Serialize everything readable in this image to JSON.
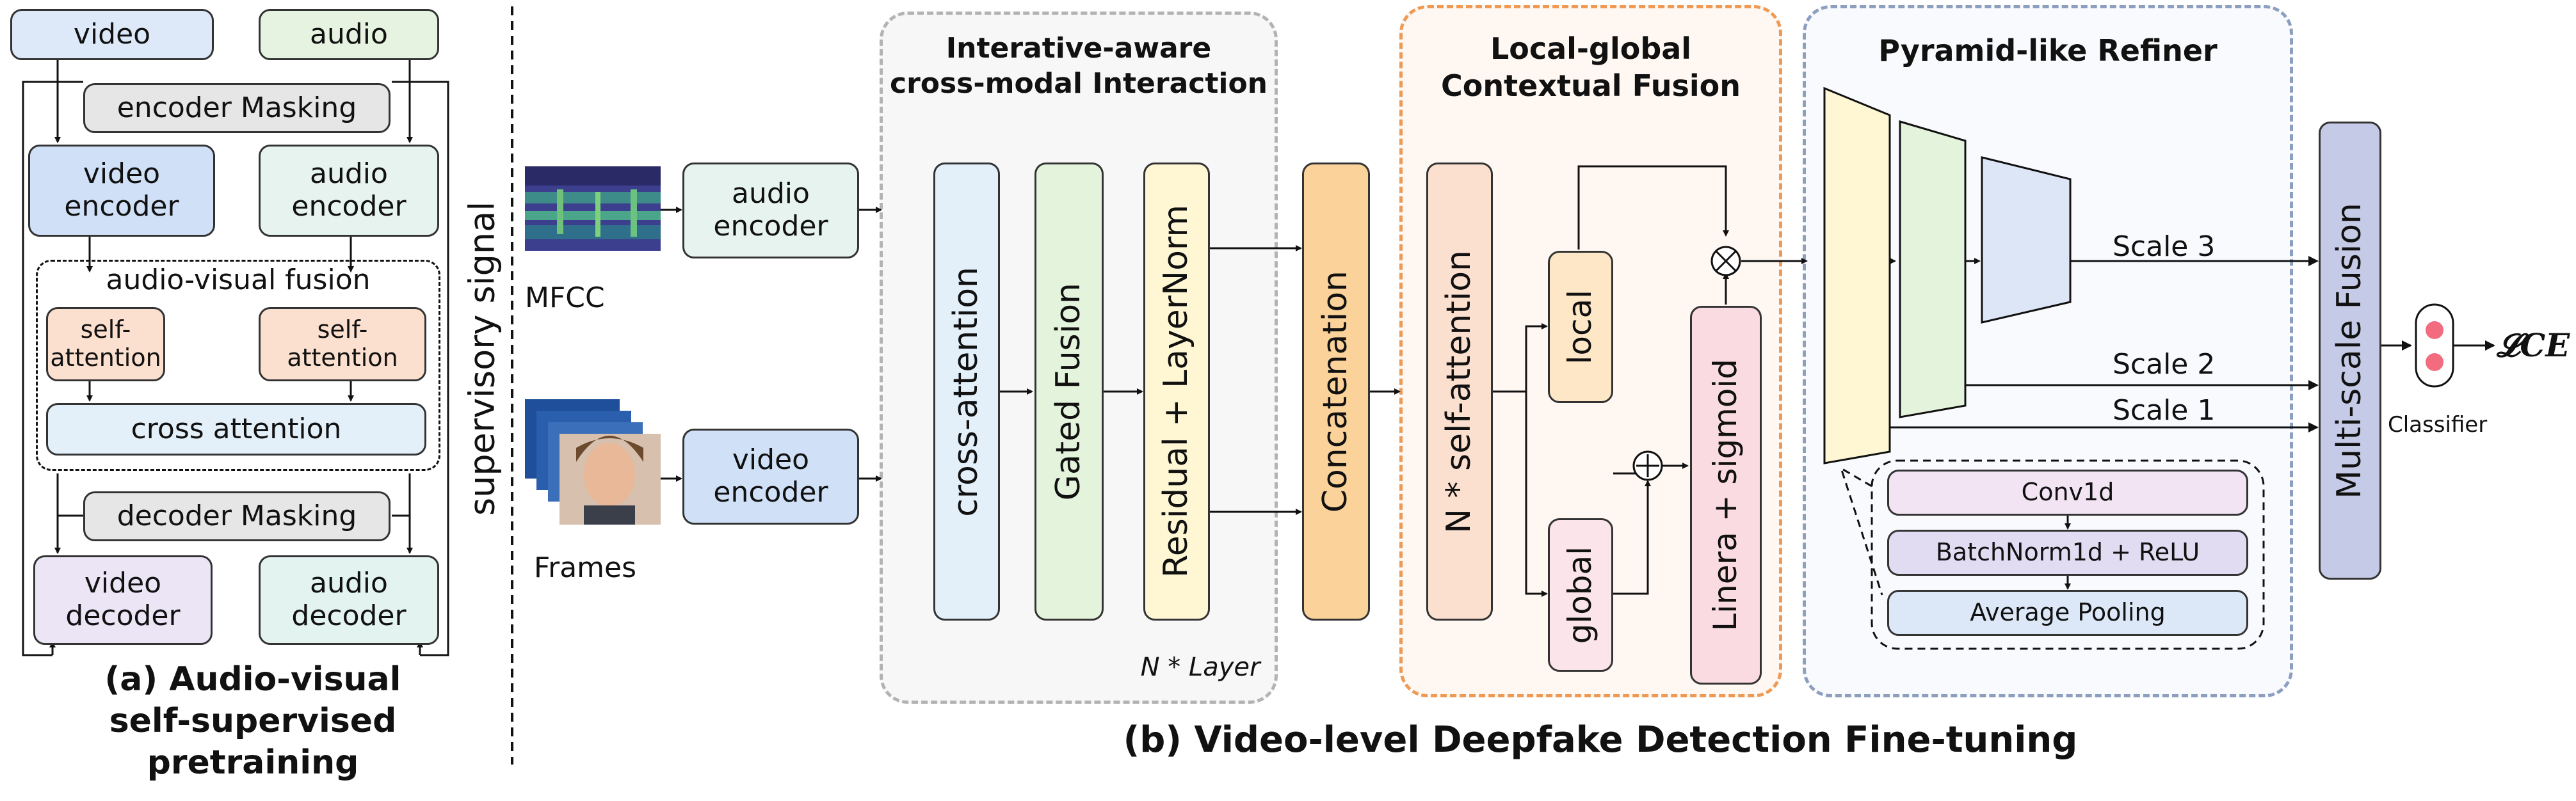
{
  "left": {
    "video": "video",
    "audio": "audio",
    "encoder_masking": "encoder Masking",
    "video_encoder": "video\nencoder",
    "audio_encoder": "audio\nencoder",
    "av_fusion": "audio-visual fusion",
    "self_attention_1": "self-\nattention",
    "self_attention_2": "self-\nattention",
    "cross_attention": "cross attention",
    "decoder_masking": "decoder Masking",
    "video_decoder": "video\ndecoder",
    "audio_decoder": "audio\ndecoder",
    "caption": "(a) Audio-visual\nself-supervised pretraining"
  },
  "supervisory_signal": "supervisory signal",
  "inputs": {
    "mfcc": "MFCC",
    "frames": "Frames",
    "audio_encoder": "audio\nencoder",
    "video_encoder": "video\nencoder"
  },
  "interaction": {
    "title": "Interative-aware\ncross-modal Interaction",
    "cross_attention": "cross-attention",
    "gated_fusion": "Gated Fusion",
    "residual": "Residual + LayerNorm",
    "n_layer": "N * Layer"
  },
  "concatenation": "Concatenation",
  "fusion": {
    "title": "Local-global\nContextual Fusion",
    "n_self_attention": "N * self-attention",
    "local": "local",
    "global": "global",
    "linear_sigmoid": "Linera + sigmoid"
  },
  "refiner": {
    "title": "Pyramid-like Refiner",
    "scale3": "Scale 3",
    "scale2": "Scale 2",
    "scale1": "Scale 1",
    "conv1d": "Conv1d",
    "batchnorm": "BatchNorm1d + ReLU",
    "avgpool": "Average Pooling"
  },
  "multiscale_fusion": "Multi-scale Fusion",
  "classifier": "Classifier",
  "loss": "𝓛CE",
  "caption_b": "(b) Video-level Deepfake Detection Fine-tuning"
}
